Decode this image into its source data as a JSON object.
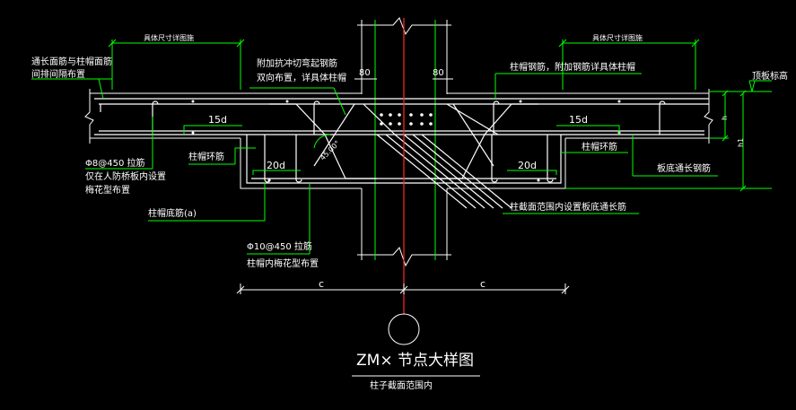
{
  "labels": {
    "top_left_dim": "具体尺寸详图施",
    "top_right_dim": "具体尺寸详图施",
    "left_note_1": "通长面筋与柱帽面筋",
    "left_note_2": "间排间隔布置",
    "center_note_1": "附加抗冲切弯起钢筋",
    "center_note_2": "双向布置，详具体柱帽",
    "dim_80_left": "80",
    "dim_80_right": "80",
    "right_note": "柱帽钢筋，附加钢筋详具体柱帽",
    "slab_top_elev": "顶板标高",
    "dim_h": "h",
    "dim_h1": "h1",
    "len_15d_left": "15d",
    "len_15d_right": "15d",
    "len_20d_left": "20d",
    "len_20d_right": "20d",
    "angle_45": "45.00°",
    "cap_ring_bar_left": "柱帽环筋",
    "cap_ring_bar_right": "柱帽环筋",
    "slab_bottom_bar": "板底通长钢筋",
    "tie_a_1": "Φ8@450 拉筋",
    "tie_a_2": "仅在人防桥板内设置",
    "tie_a_3": "梅花型布置",
    "cap_bottom_bar": "柱帽底筋(a)",
    "column_bars_note": "柱截面范围内设置板底通长筋",
    "tie_b_1": "Φ10@450 拉筋",
    "tie_b_2": "柱帽内梅花型布置",
    "dim_c_left": "c",
    "dim_c_right": "c"
  },
  "title": {
    "main": "ZM× 节点大样图",
    "sub": "柱子截面范围内"
  },
  "colors": {
    "background": "#000000",
    "structure": "#ffffff",
    "annotation": "#00ff00",
    "centerline": "#ff2a2a"
  }
}
